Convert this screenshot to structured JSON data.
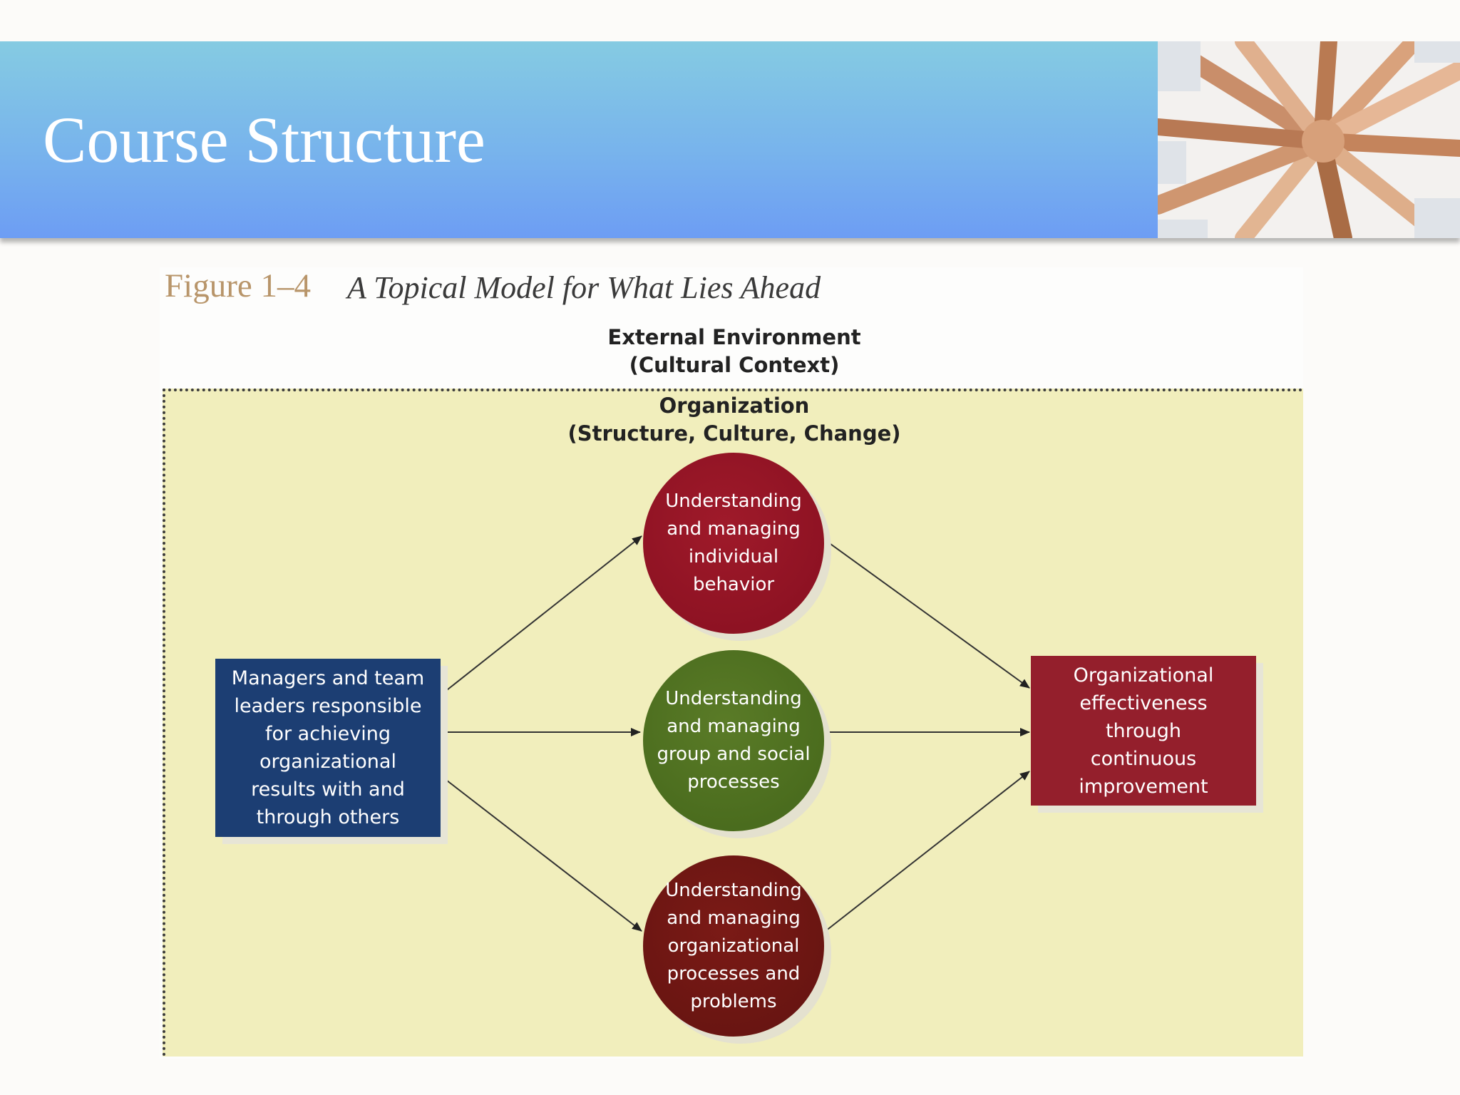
{
  "slide": {
    "title": "Course Structure"
  },
  "figure": {
    "label": "Figure 1–4",
    "caption": "A Topical Model for What Lies Ahead",
    "environment_label": "External Environment\n(Cultural Context)",
    "organization_label": "Organization\n(Structure, Culture, Change)",
    "input_box": "Managers and team\nleaders responsible\nfor achieving\norganizational\nresults with and\nthrough others",
    "circles": [
      {
        "text": "Understanding\nand managing\nindividual\nbehavior",
        "color": "#8f1424"
      },
      {
        "text": "Understanding\nand managing\ngroup and social\nprocesses",
        "color": "#4e6f20"
      },
      {
        "text": "Understanding\nand managing\norganizational\nprocesses and\nproblems",
        "color": "#6c1612"
      }
    ],
    "output_box": "Organizational\neffectiveness\nthrough\ncontinuous\nimprovement",
    "colors": {
      "organization_bg": "#f1eebc",
      "input_box": "#1c3e73",
      "output_box": "#941f2c",
      "header_gradient_top": "#85cbe2",
      "header_gradient_bottom": "#6d9df4"
    }
  },
  "images": {
    "header_photo": "team-hands-photo"
  }
}
